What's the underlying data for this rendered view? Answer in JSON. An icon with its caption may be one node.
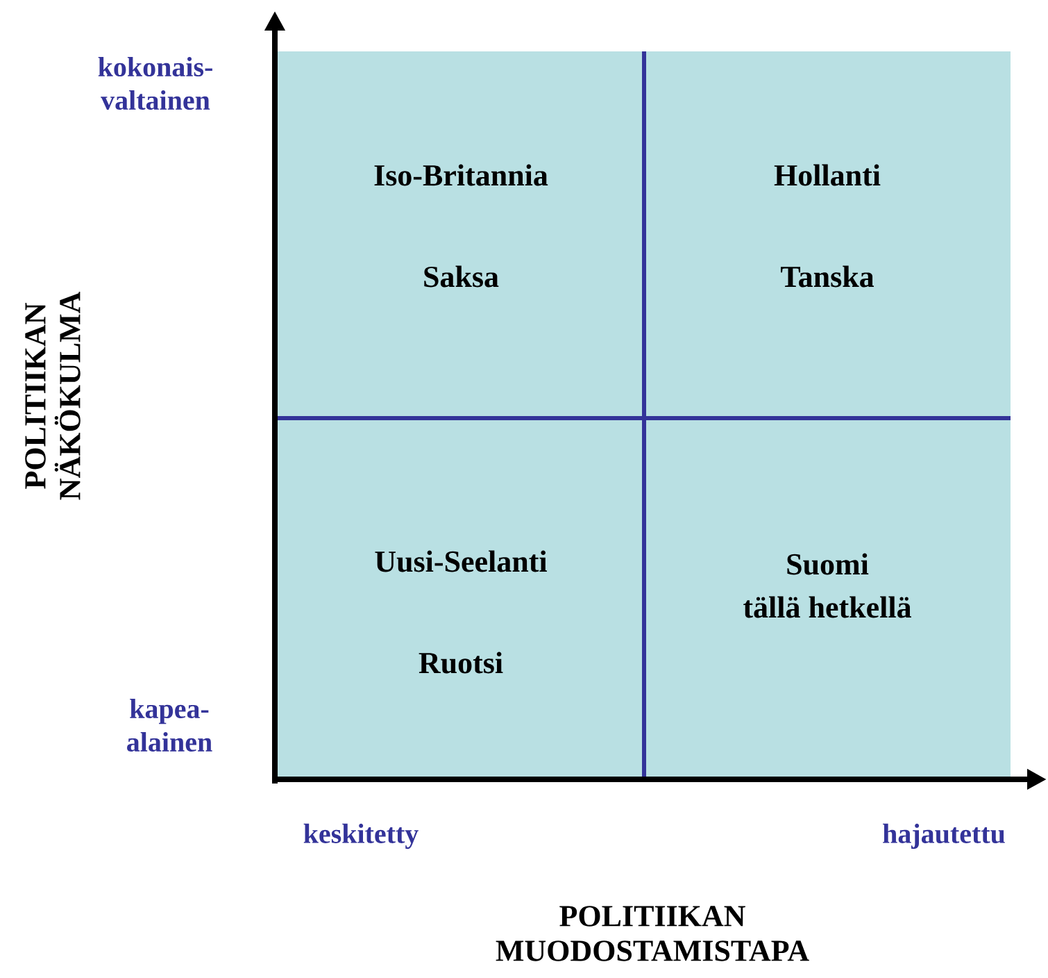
{
  "diagram": {
    "nodes": [
      {
        "text": [
          "Iso-Britannia",
          "Saksa"
        ]
      },
      {
        "text": [
          "Hollanti",
          "Tanska"
        ]
      },
      {
        "text": [
          "Uusi-Seelanti",
          "Ruotsi"
        ]
      },
      {
        "text": [
          "Suomi",
          "tällä hetkellä"
        ]
      }
    ],
    "edges": [],
    "labels": [
      "kokonais- valtainen",
      "POLITIIKAN NÄKÖKULMA",
      "kapea- alainen",
      "keskitetty",
      "hajautettu",
      "POLITIIKAN MUODOSTAMISTAPA"
    ]
  }
}
